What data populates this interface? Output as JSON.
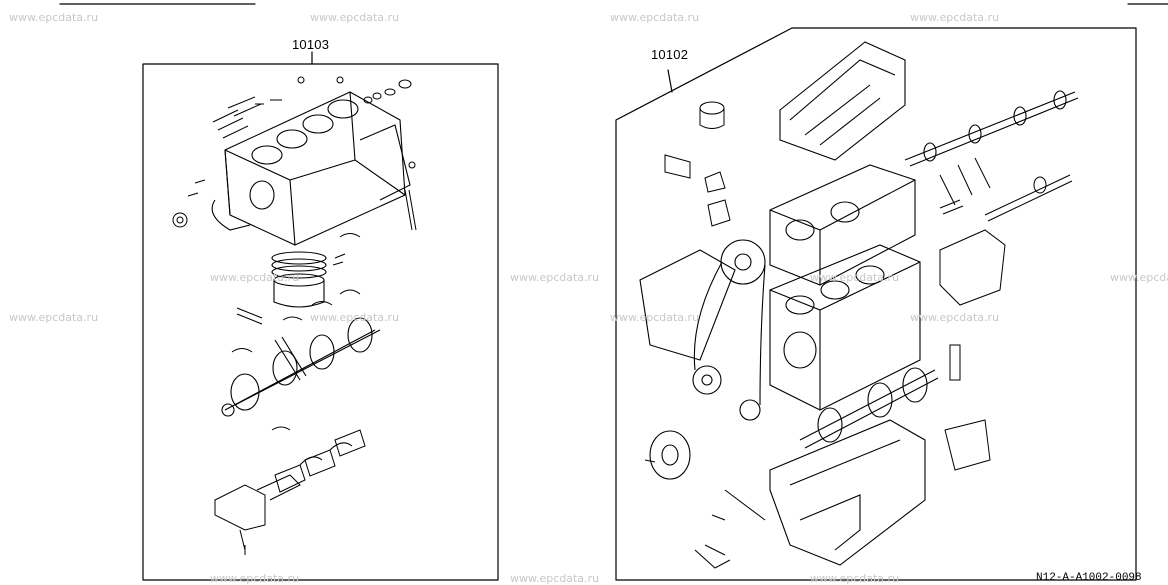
{
  "watermark_text": "www.epcdata.ru",
  "groups": [
    {
      "part_number": "10103"
    },
    {
      "part_number": "10102"
    }
  ],
  "illustration_code": "N12-A-A1002-0098"
}
